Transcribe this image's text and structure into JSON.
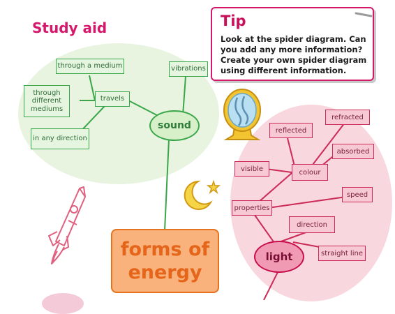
{
  "title": "Study aid",
  "tip": {
    "heading": "Tip",
    "body": "Look at the spider diagram. Can you add any more information? Create your own spider diagram using different information."
  },
  "center": "forms of energy",
  "sound": {
    "label": "sound",
    "travels": "travels",
    "through_medium": "through a medium",
    "through_different": "through different mediums",
    "in_any_direction": "in any direction",
    "vibrations": "vibrations"
  },
  "light": {
    "label": "light",
    "visible": "visible",
    "colour": "colour",
    "reflected": "reflected",
    "refracted": "refracted",
    "absorbed": "absorbed",
    "properties": "properties",
    "speed": "speed",
    "direction": "direction",
    "straight_line": "straight line"
  },
  "colors": {
    "title": "#d6186c",
    "green_stroke": "#3aa64a",
    "pink_stroke": "#cc2b57",
    "orange": "#e5731f"
  },
  "icons": [
    "mirror-icon",
    "moon-star-icon",
    "rocket-icon",
    "pin-icon"
  ]
}
